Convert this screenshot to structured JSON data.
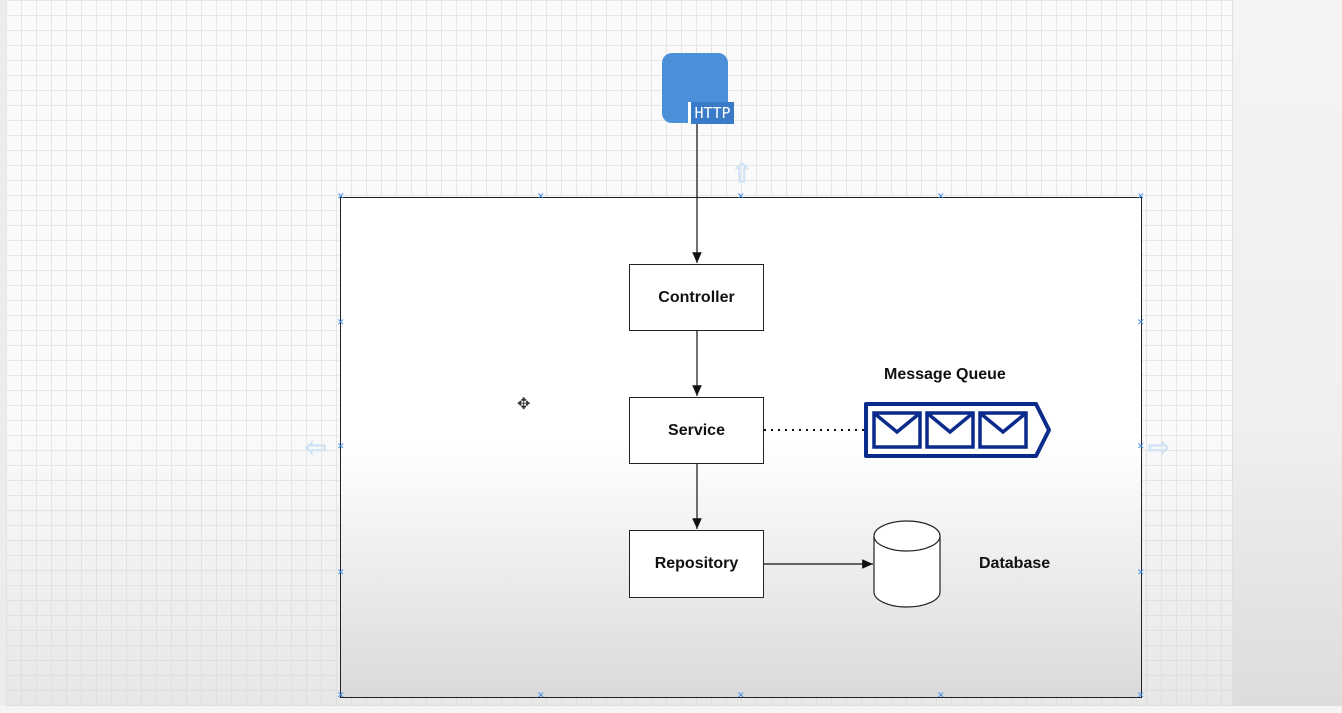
{
  "diagram": {
    "http_label": "HTTP",
    "controller_label": "Controller",
    "service_label": "Service",
    "repository_label": "Repository",
    "message_queue_label": "Message Queue",
    "database_label": "Database"
  },
  "colors": {
    "http_icon": "#4a90d9",
    "queue_stroke": "#0a2a8c",
    "selection_handle": "#3b8ae6"
  },
  "icons": {
    "http": "http-icon",
    "message_queue": "message-queue-icon",
    "database": "database-cylinder-icon",
    "move_cursor": "move-cursor-icon"
  }
}
